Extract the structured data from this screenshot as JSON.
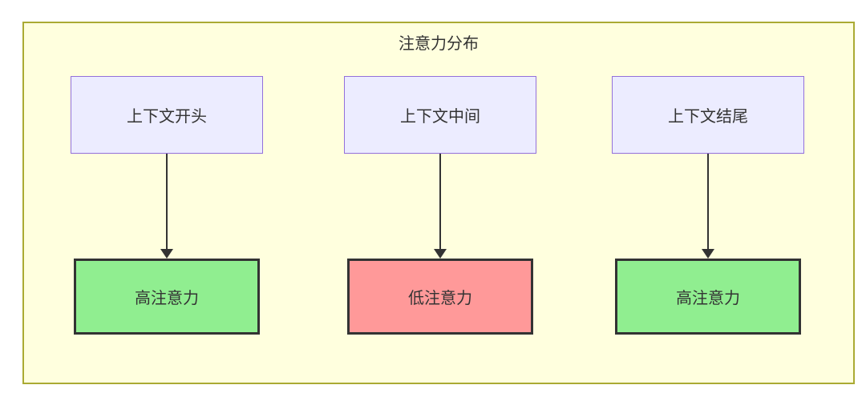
{
  "diagram": {
    "title": "注意力分布",
    "columns": [
      {
        "source": "上下文开头",
        "target": "高注意力",
        "level": "high"
      },
      {
        "source": "上下文中间",
        "target": "低注意力",
        "level": "low"
      },
      {
        "source": "上下文结尾",
        "target": "高注意力",
        "level": "high"
      }
    ],
    "colors": {
      "container_bg": "#ffffde",
      "container_border": "#aaaa33",
      "source_bg": "#ECECFF",
      "source_border": "#9370DB",
      "high_bg": "#90EE90",
      "low_bg": "#FF9999",
      "target_border": "#333333",
      "arrow": "#333333",
      "text": "#333333"
    }
  }
}
